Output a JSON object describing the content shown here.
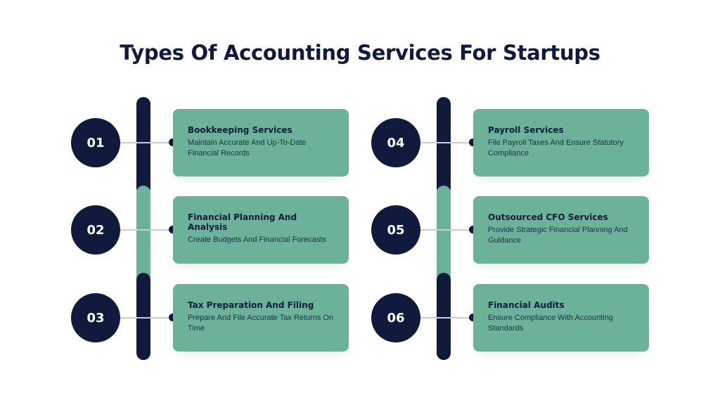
{
  "title": "Types Of Accounting Services For Startups",
  "colors": {
    "navy": "#0f1a3d",
    "green": "#6bb298",
    "connector": "#c9cbd8"
  },
  "services": [
    {
      "number": "01",
      "title": "Bookkeeping Services",
      "description": "Maintain Accurate And Up-To-Date Financial Records"
    },
    {
      "number": "02",
      "title": "Financial Planning And Analysis",
      "description": "Create Budgets And Financial Forecasts"
    },
    {
      "number": "03",
      "title": "Tax Preparation And Filing",
      "description": "Prepare And File Accurate Tax Returns On Time"
    },
    {
      "number": "04",
      "title": "Payroll Services",
      "description": "File Payroll Taxes And Ensure Statutory Compliance"
    },
    {
      "number": "05",
      "title": "Outsourced CFO Services",
      "description": "Provide Strategic Financial Planning And Guidance"
    },
    {
      "number": "06",
      "title": "Financial Audits",
      "description": "Ensure Compliance With Accounting Standards"
    }
  ]
}
